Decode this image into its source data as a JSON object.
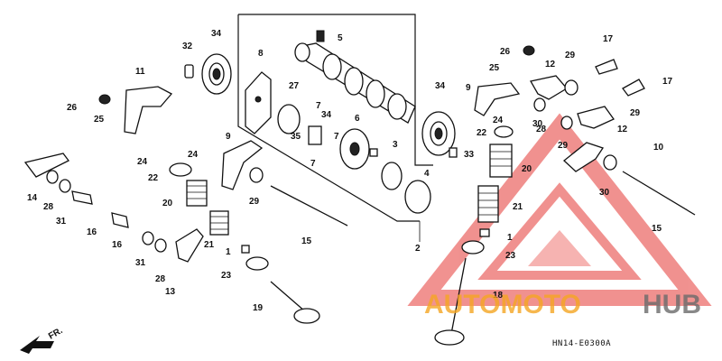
{
  "diagram": {
    "drawing_code": "HN14-E0300A",
    "front_label": "FR.",
    "watermark": {
      "brand_part1": "AUTOMOTO",
      "brand_part2": "HUB",
      "color_orange": "#f5a623",
      "color_red": "#e53935",
      "color_gray": "#6b6b6b"
    },
    "callouts": [
      "1",
      "1",
      "2",
      "3",
      "4",
      "5",
      "6",
      "7",
      "7",
      "7",
      "8",
      "9",
      "9",
      "10",
      "11",
      "12",
      "12",
      "13",
      "14",
      "15",
      "15",
      "16",
      "16",
      "17",
      "17",
      "18",
      "19",
      "20",
      "20",
      "21",
      "21",
      "22",
      "22",
      "23",
      "23",
      "24",
      "24",
      "24",
      "25",
      "25",
      "26",
      "26",
      "27",
      "28",
      "28",
      "28",
      "29",
      "29",
      "29",
      "29",
      "30",
      "30",
      "31",
      "31",
      "32",
      "33",
      "34",
      "34",
      "34",
      "35"
    ]
  }
}
